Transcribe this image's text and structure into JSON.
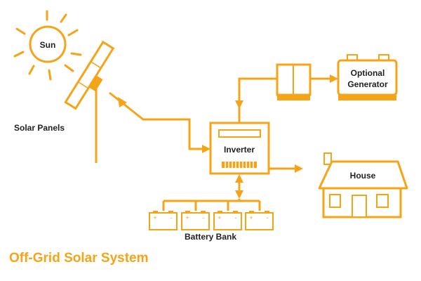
{
  "labels": {
    "sun": "Sun",
    "solar_panels": "Solar Panels",
    "inverter": "Inverter",
    "generator_line1": "Optional",
    "generator_line2": "Generator",
    "house": "House",
    "battery_bank": "Battery Bank"
  },
  "caption": "Off-Grid Solar System",
  "battery_terminals": {
    "positive": "+",
    "negative": "-"
  },
  "colors": {
    "accent": "#F5A418",
    "fill": "#FFFFFF",
    "label_text": "#222222"
  },
  "icons": [
    "sun-icon",
    "solar-panel-icon",
    "inverter-icon",
    "transfer-switch-icon",
    "generator-icon",
    "house-icon",
    "battery-icon"
  ]
}
